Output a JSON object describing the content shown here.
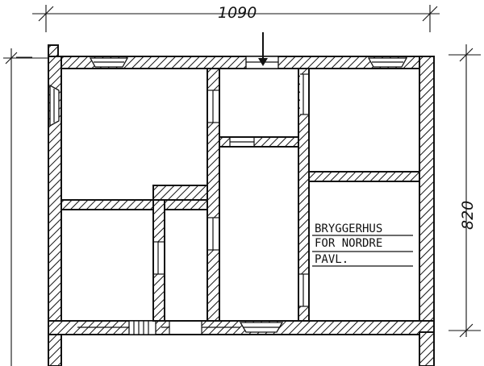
{
  "dimensions": {
    "width_label": "1090",
    "height_label": "820"
  },
  "room_label": {
    "line1": "BRYGGERHUS",
    "line2": "FOR NORDRE",
    "line3": "PAVL."
  }
}
